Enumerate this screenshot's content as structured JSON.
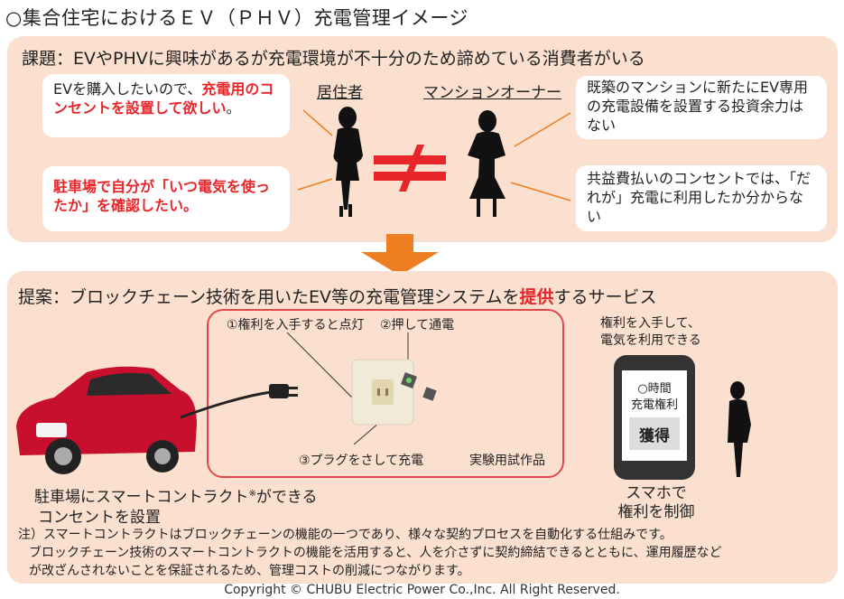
{
  "title": "○集合住宅におけるＥＶ（ＰＨＶ）充電管理イメージ",
  "issue": {
    "heading": "課題：EVやPHVに興味があるが充電環境が不十分のため諦めている消費者がいる",
    "resident_label": "居住者",
    "owner_label": "マンションオーナー",
    "resident_bubble1": {
      "normal": "EVを購入したいので、",
      "highlight": "充電用のコンセントを設置して欲しい",
      "tail": "。"
    },
    "resident_bubble2": "駐車場で自分が「いつ電気を使ったか」を確認したい。",
    "owner_bubble1": "既築のマンションに新たにEV専用の充電設備を設置する投資余力はない",
    "owner_bubble2": "共益費払いのコンセントでは、「だれが」充電に利用したか分からない",
    "not_equal": "≠"
  },
  "proposal": {
    "heading_a": "提案：ブロックチェーン技術を用いたEV等の充電管理システムを",
    "heading_highlight": "提供",
    "heading_b": "するサービス",
    "step1": "①権利を入手すると点灯",
    "step2": "②押して通電",
    "step3": "③プラグをさして充電",
    "prototype": "実験用試作品",
    "car_caption_a": "駐車場にスマートコントラクト",
    "car_caption_sup": "※",
    "car_caption_b": "ができる",
    "car_caption_c": "コンセントを設置",
    "phone_top_1": "権利を入手して、",
    "phone_top_2": "電気を利用できる",
    "phone_screen_1": "○時間",
    "phone_screen_2": "充電権利",
    "phone_button": "獲得",
    "phone_caption_1": "スマホで",
    "phone_caption_2": "権利を制御"
  },
  "note": {
    "line1": "注）スマートコントラクトはブロックチェーンの機能の一つであり、様々な契約プロセスを自動化する仕組みです。",
    "line2": "ブロックチェーン技術のスマートコントラクトの機能を活用すると、人を介さずに契約締結できるとともに、運用履歴など",
    "line3": "が改ざんされないことを保証されるため、管理コストの削減につながります。"
  },
  "copyright": "Copyright © CHUBU Electric Power Co.,Inc. All Right Reserved.",
  "colors": {
    "panel": "#fbe0cf",
    "accent_red": "#e8262a",
    "arrow_orange": "#ef7d22",
    "car_red": "#c8102e"
  }
}
